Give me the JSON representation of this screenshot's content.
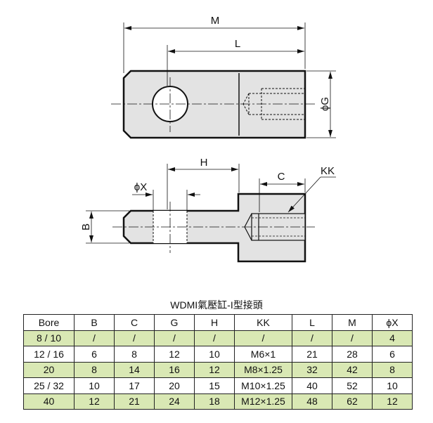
{
  "drawing": {
    "labels": {
      "m": "M",
      "l": "L",
      "g": "ϕG",
      "h": "H",
      "c": "C",
      "kk": "KK",
      "x": "ϕX",
      "b": "B"
    }
  },
  "table": {
    "title": "WDMI氣壓缸-I型接頭",
    "headers": [
      "Bore",
      "B",
      "C",
      "G",
      "H",
      "KK",
      "L",
      "M",
      "ϕX"
    ],
    "rows": [
      [
        "8 / 10",
        "/",
        "/",
        "/",
        "/",
        "/",
        "/",
        "/",
        "4"
      ],
      [
        "12 / 16",
        "6",
        "8",
        "12",
        "10",
        "M6×1",
        "21",
        "28",
        "6"
      ],
      [
        "20",
        "8",
        "14",
        "16",
        "12",
        "M8×1.25",
        "32",
        "42",
        "8"
      ],
      [
        "25 / 32",
        "10",
        "17",
        "20",
        "15",
        "M10×1.25",
        "40",
        "52",
        "10"
      ],
      [
        "40",
        "12",
        "21",
        "24",
        "18",
        "M12×1.25",
        "48",
        "62",
        "12"
      ]
    ],
    "highlight_color": "#d9e8b4"
  }
}
